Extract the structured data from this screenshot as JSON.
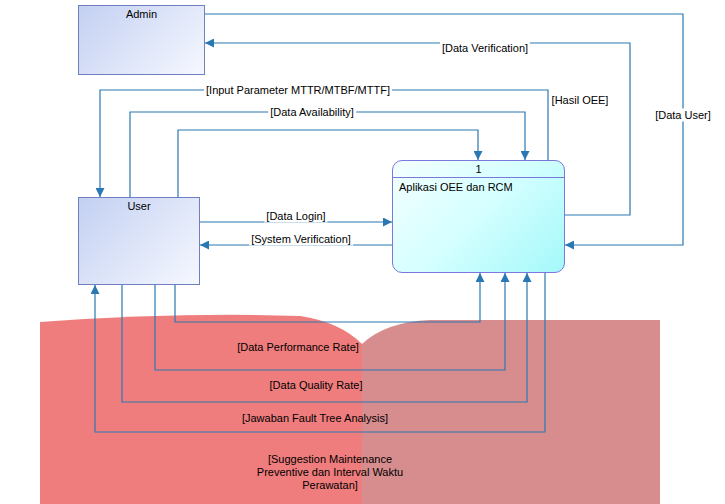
{
  "diagram": {
    "nodes": [
      {
        "text": [
          "Admin"
        ]
      },
      {
        "text": [
          "User"
        ]
      },
      {
        "text": [
          "1",
          "Aplikasi OEE dan RCM"
        ]
      }
    ],
    "edges": [
      {
        "from": 2,
        "to": 0,
        "arrow": "to",
        "label": "[Data Verification]"
      },
      {
        "from": 0,
        "to": 2,
        "arrow": "to",
        "label": "[Data User]"
      },
      {
        "from": 2,
        "to": 1,
        "arrow": "to",
        "label": "[Hasil OEE]"
      },
      {
        "from": 1,
        "to": 2,
        "arrow": "to",
        "label": "[Input Parameter MTTR/MTBF/MTTF]"
      },
      {
        "from": 1,
        "to": 2,
        "arrow": "to",
        "label": "[Data Availability]"
      },
      {
        "from": 1,
        "to": 2,
        "arrow": "to",
        "label": "[Data Login]"
      },
      {
        "from": 2,
        "to": 1,
        "arrow": "to",
        "label": "[System Verification]"
      },
      {
        "from": 1,
        "to": 2,
        "arrow": "to",
        "label": "[Data Performance Rate]"
      },
      {
        "from": 1,
        "to": 2,
        "arrow": "to",
        "label": "[Data Quality Rate]"
      },
      {
        "from": 1,
        "to": 2,
        "arrow": "to",
        "label": "[Jawaban Fault Tree Analysis]"
      },
      {
        "from": 2,
        "to": 1,
        "arrow": "to",
        "label": "[Suggestion Maintenance Preventive dan Interval Waktu Perawatan]"
      }
    ]
  }
}
